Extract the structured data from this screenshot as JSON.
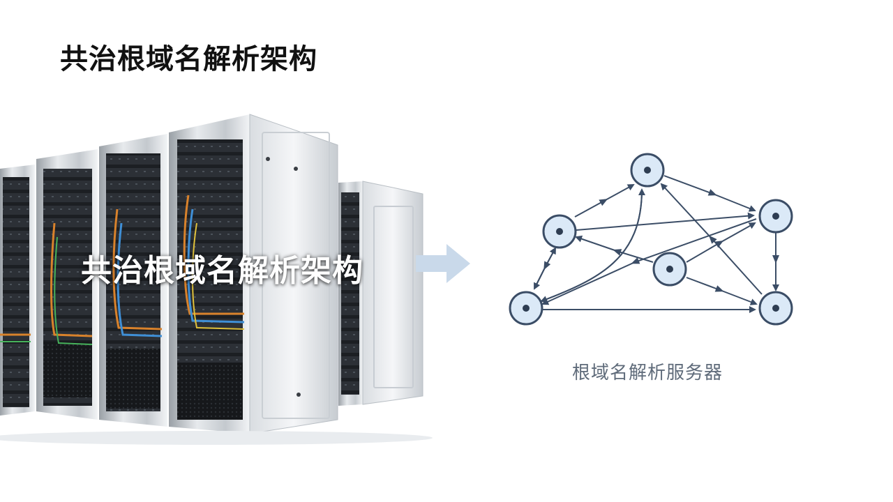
{
  "slide": {
    "title": "共治根域名解析架构",
    "overlay_text": "共治根域名解析架构"
  },
  "diagram": {
    "caption": "根域名解析服务器",
    "nodes": [
      "n-top",
      "n-left",
      "n-right",
      "n-center",
      "n-bottom-left",
      "n-bottom-right"
    ],
    "edges": [
      {
        "from": "n-left",
        "to": "n-top"
      },
      {
        "from": "n-top",
        "to": "n-right"
      },
      {
        "from": "n-left",
        "to": "n-right"
      },
      {
        "from": "n-center",
        "to": "n-left"
      },
      {
        "from": "n-center",
        "to": "n-right"
      },
      {
        "from": "n-center",
        "to": "n-bottom-right"
      },
      {
        "from": "n-right",
        "to": "n-bottom-right"
      },
      {
        "from": "n-bottom-right",
        "to": "n-top"
      },
      {
        "from": "n-bottom-left",
        "to": "n-bottom-right"
      },
      {
        "from": "n-bottom-left",
        "to": "n-left"
      },
      {
        "from": "n-left",
        "to": "n-bottom-left"
      },
      {
        "from": "n-bottom-left",
        "to": "n-top"
      },
      {
        "from": "n-top",
        "to": "n-bottom-left"
      },
      {
        "from": "n-right",
        "to": "n-bottom-left"
      }
    ]
  },
  "colors": {
    "node_fill": "#dbe9f7",
    "node_stroke": "#3b4d66",
    "edge": "#3b4d66",
    "flow_arrow": "#c9d9ea"
  }
}
